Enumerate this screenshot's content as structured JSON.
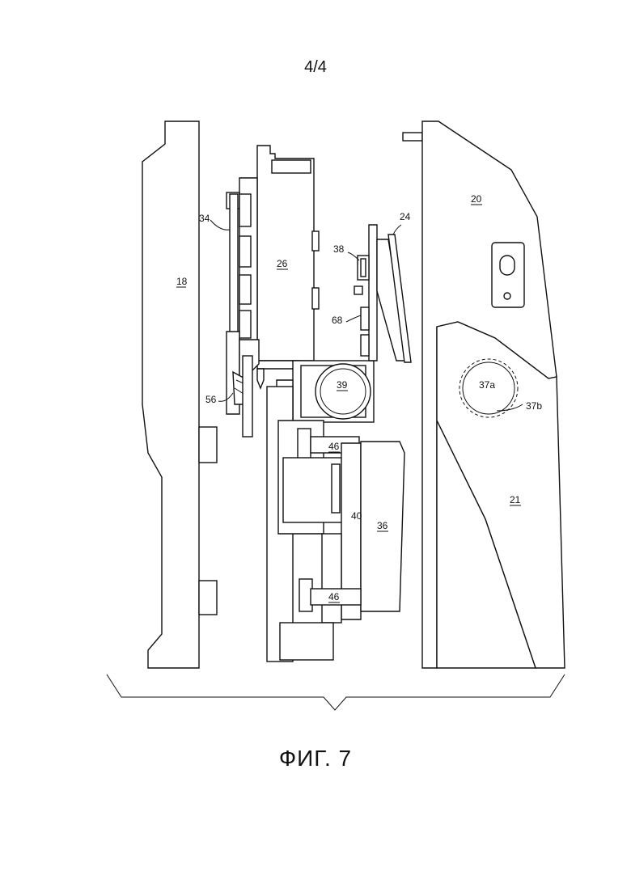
{
  "page_number": "4/4",
  "figure_caption": "ФИГ. 7",
  "labels": {
    "l18": "18",
    "l34": "34",
    "l26": "26",
    "l38": "38",
    "l24": "24",
    "l20": "20",
    "l68": "68",
    "l39": "39",
    "l37a": "37a",
    "l37b": "37b",
    "l56": "56",
    "l46a": "46",
    "l46b": "46",
    "l40": "40",
    "l36": "36",
    "l21": "21"
  }
}
